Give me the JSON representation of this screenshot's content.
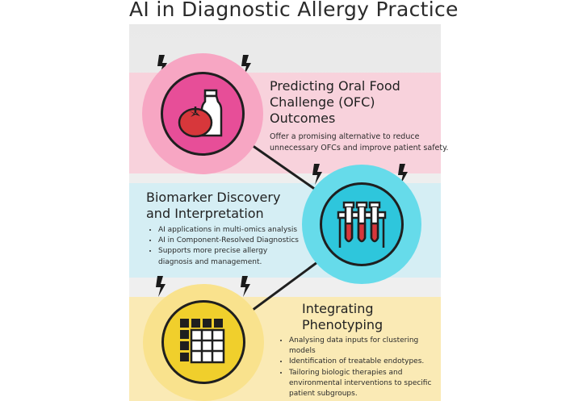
{
  "title": "AI in Diagnostic Allergy Practice",
  "colors": {
    "pink": "#e74e98",
    "cyan": "#2ec6dc",
    "yellow": "#f0cf2c"
  },
  "sections": [
    {
      "heading_lines": [
        "Predicting Oral Food",
        "Challenge (OFC)",
        "Outcomes"
      ],
      "description_lines": [
        "Offer a promising alternative to reduce",
        "unnecessary OFCs and improve patient safety."
      ],
      "icon": "food-and-bottle-icon"
    },
    {
      "heading_lines": [
        "Biomarker Discovery",
        "and Interpretation"
      ],
      "bullets": [
        [
          "AI applications in multi-omics analysis"
        ],
        [
          "AI in Component-Resolved Diagnostics"
        ],
        [
          "Supports more precise allergy",
          "diagnosis and management."
        ]
      ],
      "icon": "test-tubes-icon"
    },
    {
      "heading_lines": [
        "Integrating",
        "Phenotyping"
      ],
      "bullets": [
        [
          "Analysing data inputs for clustering",
          "models"
        ],
        [
          "Identification of treatable endotypes."
        ],
        [
          "Tailoring biologic therapies and",
          "environmental interventions to specific",
          "patient subgroups."
        ]
      ],
      "icon": "grid-icon"
    }
  ]
}
